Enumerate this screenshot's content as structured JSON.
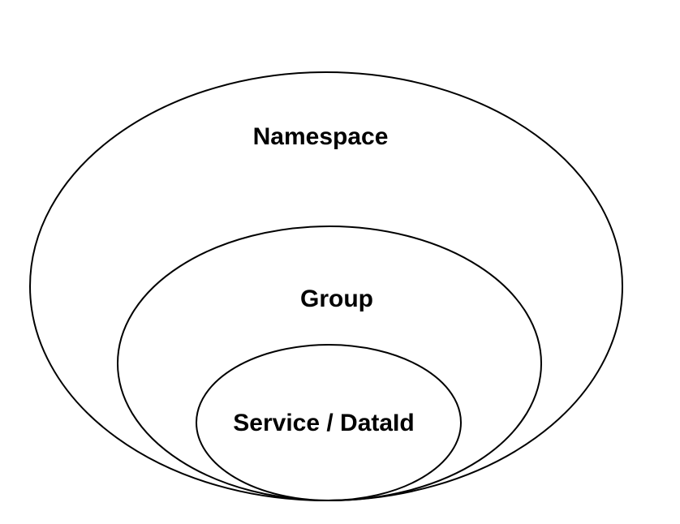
{
  "diagram": {
    "type": "nested-ellipses",
    "description": "Three concentric ellipses tangent at the bottom, showing containment hierarchy",
    "labels": {
      "outer": "Namespace",
      "middle": "Group",
      "inner": "Service / DataId"
    },
    "colors": {
      "stroke": "#000000",
      "text": "#000000",
      "background": "#ffffff"
    }
  }
}
